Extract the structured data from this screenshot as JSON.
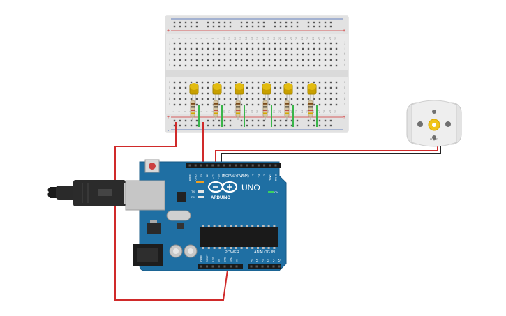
{
  "arduino": {
    "model": "UNO",
    "brand": "ARDUINO",
    "digital_header": "DIGITAL (PWM~)",
    "power_label": "POWER",
    "analog_label": "ANALOG IN",
    "on_label": "ON",
    "tx_label": "TX",
    "rx_label": "RX",
    "l_label": "L",
    "digital_pins": [
      "AREF",
      "GND",
      "13",
      "12",
      "~11",
      "~10",
      "~9",
      "8",
      "7",
      "~6",
      "~5",
      "4",
      "~3",
      "2",
      "TX▸1",
      "RX◂0"
    ],
    "power_pins": [
      "IOREF",
      "RESET",
      "3.3V",
      "5V",
      "GND",
      "GND",
      "Vin"
    ],
    "analog_pins": [
      "A0",
      "A1",
      "A2",
      "A3",
      "A4",
      "A5"
    ]
  },
  "motor": {
    "speed_label": "0 rpm"
  },
  "breadboard": {
    "column_numbers": [
      "1",
      "2",
      "3",
      "4",
      "5",
      "6",
      "7",
      "8",
      "9",
      "10",
      "11",
      "12",
      "13",
      "14",
      "15",
      "16",
      "17",
      "18",
      "19",
      "20",
      "21",
      "22",
      "23",
      "24",
      "25",
      "26",
      "27",
      "28",
      "29",
      "30"
    ],
    "row_letters_top": [
      "j",
      "i",
      "h",
      "g",
      "f"
    ],
    "row_letters_bottom": [
      "e",
      "d",
      "c",
      "b",
      "a"
    ]
  },
  "colors": {
    "board": "#1f6fa3",
    "wire_red": "#d02a2a",
    "wire_black": "#222222",
    "wire_green": "#39b54a",
    "led_yellow": "#d8b100",
    "rail_red": "#d03030",
    "rail_blue": "#3a5fb0"
  }
}
